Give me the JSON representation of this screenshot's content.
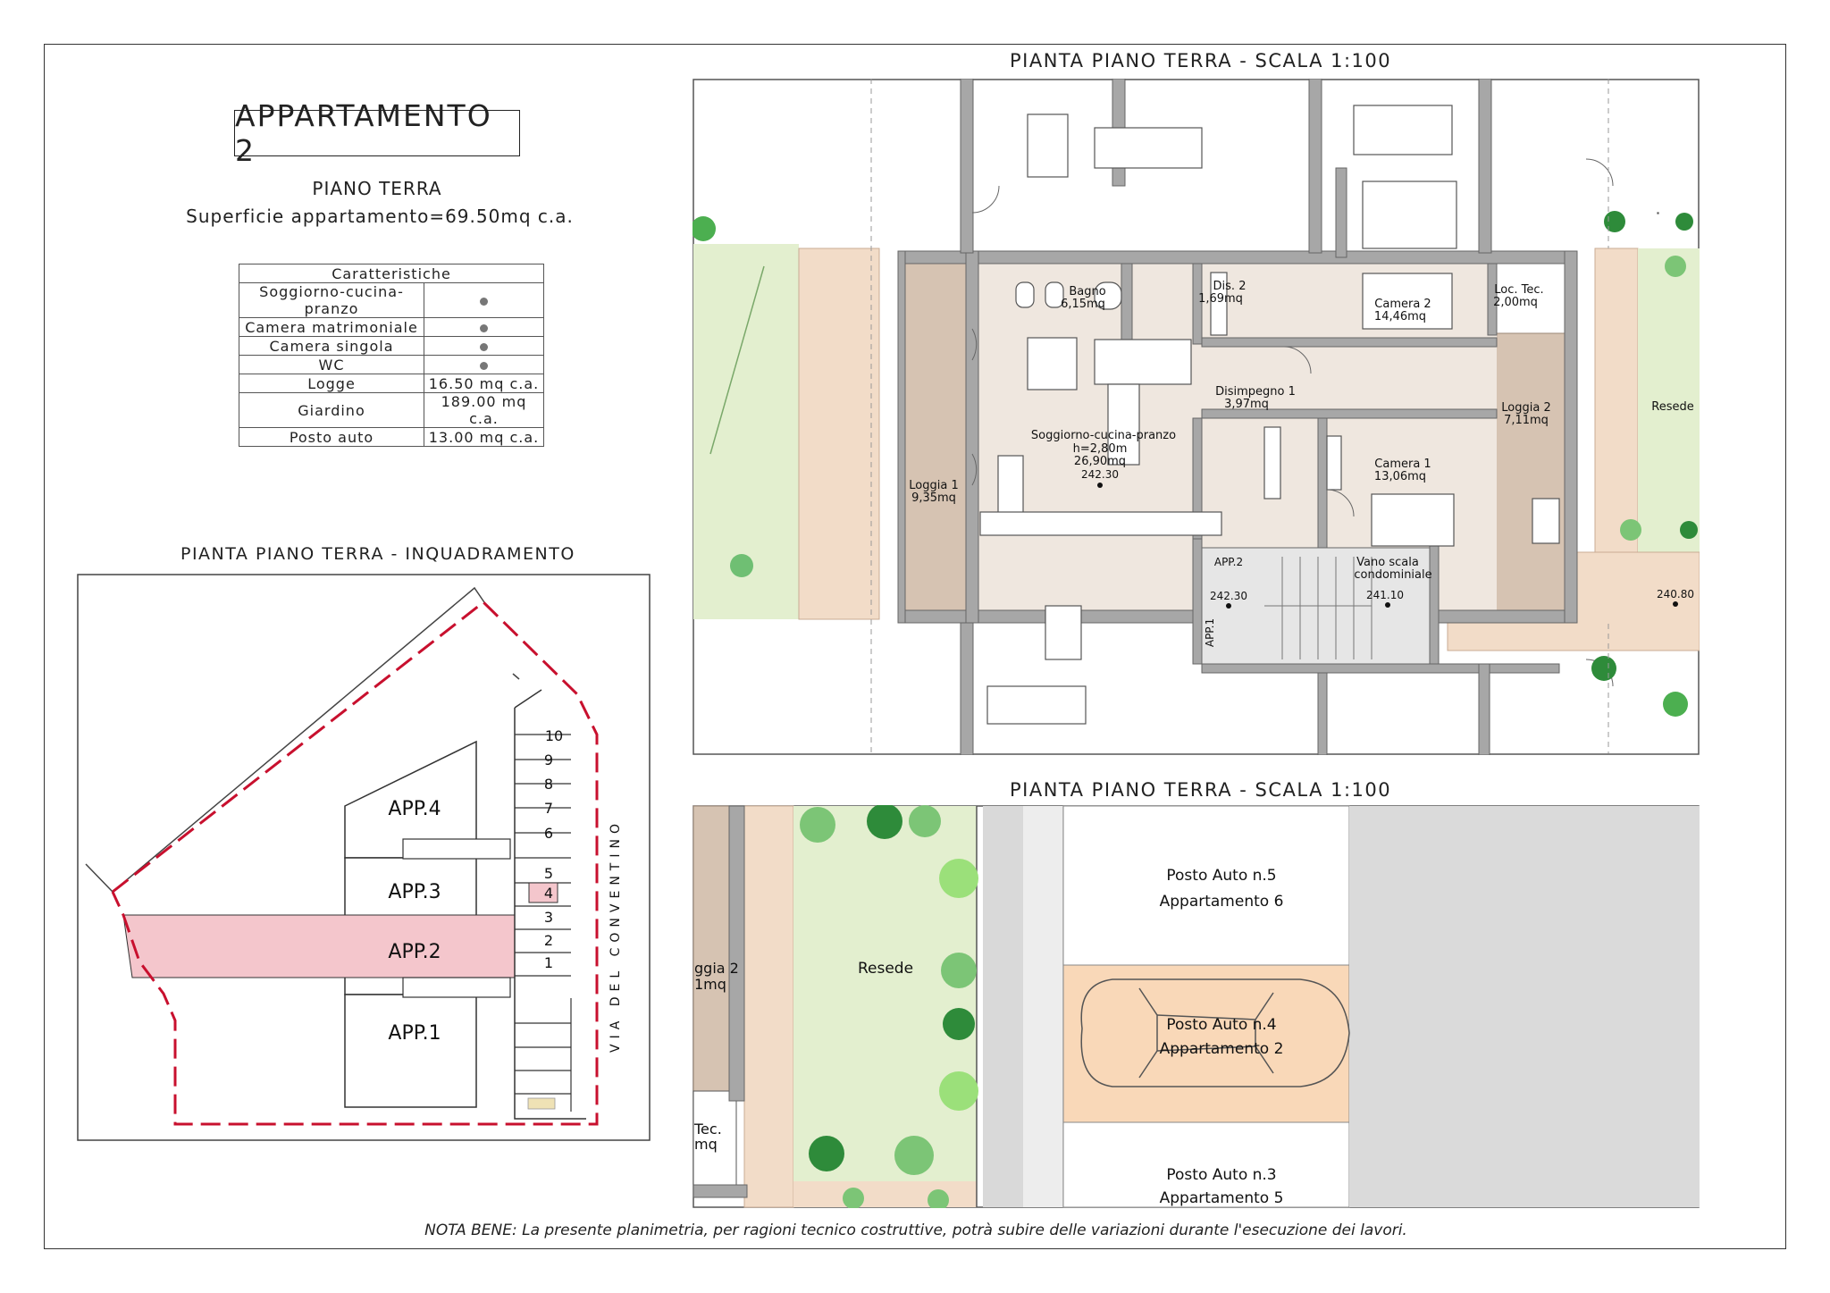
{
  "title": "APPARTAMENTO 2",
  "floor": "PIANO TERRA",
  "area_text": "Superficie appartamento=69.50mq c.a.",
  "table": {
    "header": "Caratteristiche",
    "rows": [
      {
        "label": "Soggiorno-cucina-pranzo",
        "value": "",
        "dot": true
      },
      {
        "label": "Camera matrimoniale",
        "value": "",
        "dot": true
      },
      {
        "label": "Camera singola",
        "value": "",
        "dot": true
      },
      {
        "label": "WC",
        "value": "",
        "dot": true
      },
      {
        "label": "Logge",
        "value": "16.50 mq c.a.",
        "dot": false
      },
      {
        "label": "Giardino",
        "value": "189.00 mq c.a.",
        "dot": false
      },
      {
        "label": "Posto auto",
        "value": "13.00 mq c.a.",
        "dot": false
      }
    ]
  },
  "site_plan": {
    "title": "PIANTA PIANO TERRA - INQUADRAMENTO",
    "apartments": [
      "APP.4",
      "APP.3",
      "APP.2",
      "APP.1"
    ],
    "parking_numbers": [
      "10",
      "9",
      "8",
      "7",
      "6",
      "5",
      "4",
      "3",
      "2",
      "1"
    ],
    "street": "VIA DEL CONVENTINO"
  },
  "plan_top": {
    "title": "PIANTA PIANO TERRA - SCALA 1:100",
    "rooms": {
      "bagno": "Bagno",
      "bagno_area": "6,15mq",
      "dis2": "Dis. 2",
      "dis2_area": "1,69mq",
      "camera2": "Camera 2",
      "camera2_area": "14,46mq",
      "loctec": "Loc. Tec.",
      "loctec_area": "2,00mq",
      "disimpegno1": "Disimpegno 1",
      "disimpegno1_area": "3,97mq",
      "loggia2": "Loggia 2",
      "loggia2_area": "7,11mq",
      "resede": "Resede",
      "soggiorno": "Soggiorno-cucina-pranzo",
      "soggiorno_h": "h=2,80m",
      "soggiorno_area": "26,90mq",
      "soggiorno_level": "242.30",
      "loggia1": "Loggia 1",
      "loggia1_area": "9,35mq",
      "camera1": "Camera 1",
      "camera1_area": "13,06mq",
      "app2": "APP.2",
      "app1": "APP.1",
      "vano_scala": "Vano scala",
      "condominiale": "condominiale",
      "level_a": "242.30",
      "level_b": "241.10",
      "level_c": "240.80"
    }
  },
  "plan_bottom": {
    "title": "PIANTA PIANO TERRA - SCALA 1:100",
    "loggia_partial": "ggia 2",
    "loggia_partial_area": "1mq",
    "tec_partial": "Tec.",
    "tec_partial_area": "mq",
    "resede": "Resede",
    "spots": [
      {
        "name": "Posto Auto n.5",
        "apt": "Appartamento 6"
      },
      {
        "name": "Posto Auto n.4",
        "apt": "Appartamento 2"
      },
      {
        "name": "Posto Auto n.3",
        "apt": "Appartamento 5"
      }
    ]
  },
  "note": "NOTA BENE: La presente planimetria, per ragioni tecnico costruttive, potrà subire delle variazioni durante l'esecuzione dei lavori.",
  "colors": {
    "highlight": "#f4c6cc",
    "boundary": "#c8102e",
    "wall": "#a7a7a7",
    "terrace": "#f2dcc8",
    "loggia": "#d6c3b2",
    "lawn": "#e3efcf",
    "floor_tile": "#efe7df",
    "parking": "#f9d8b8"
  }
}
